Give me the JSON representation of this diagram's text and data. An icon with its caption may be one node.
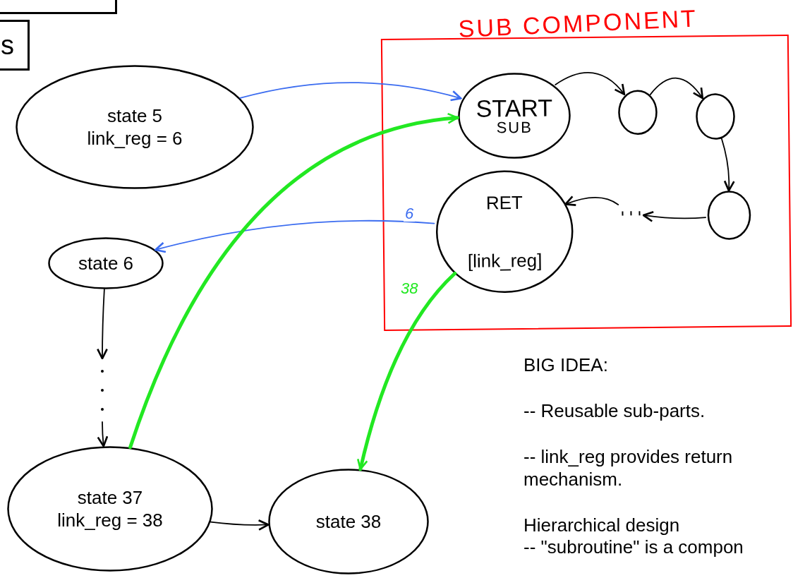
{
  "diagram": {
    "nodes": [
      {
        "text": [],
        "shape": "box"
      },
      {
        "text": [
          "s"
        ]
      },
      {
        "text": [
          "state 5",
          "link_reg = 6"
        ]
      },
      {
        "text": [
          "state 6"
        ]
      },
      {
        "text": [
          "state 37",
          "link_reg = 38"
        ]
      },
      {
        "text": [
          "state 38"
        ]
      },
      {
        "text": [
          "SUB COMPONENT"
        ]
      },
      {
        "text": [
          "START",
          "SUB"
        ],
        "in": 6
      },
      {
        "text": [],
        "shape": "circle",
        "in": 6
      },
      {
        "text": [],
        "shape": "circle",
        "in": 6
      },
      {
        "text": [],
        "shape": "circle",
        "in": 6
      },
      {
        "text": [
          "RET",
          "[link_reg]"
        ],
        "in": 6
      },
      {
        "text": [],
        "shape": "dots",
        "in": 6
      },
      {
        "text": [],
        "shape": "dots"
      }
    ],
    "edges": [
      {
        "from": 2,
        "to": 7,
        "arrow": "to",
        "color": "#3b6cf0"
      },
      {
        "from": 11,
        "to": 3,
        "arrow": "to",
        "label": "6",
        "color": "#3b6cf0"
      },
      {
        "from": 4,
        "to": 7,
        "arrow": "to",
        "style": "thick",
        "color": "#22e822"
      },
      {
        "from": 11,
        "to": 5,
        "arrow": "to",
        "label": "38",
        "style": "thick",
        "color": "#22e822"
      },
      {
        "from": 4,
        "to": 5,
        "arrow": "to"
      },
      {
        "from": 7,
        "to": 8,
        "arrow": "to"
      },
      {
        "from": 8,
        "to": 9,
        "arrow": "to"
      },
      {
        "from": 9,
        "to": 10,
        "arrow": "to"
      },
      {
        "from": 10,
        "to": 12,
        "arrow": "to"
      },
      {
        "from": 12,
        "to": 11,
        "arrow": "to"
      },
      {
        "from": 3,
        "to": 13,
        "arrow": "to"
      },
      {
        "from": 13,
        "to": 4,
        "arrow": "to"
      }
    ],
    "labels": [
      "BIG IDEA:",
      "-- Reusable sub-parts.",
      "-- link_reg provides return mechanism.",
      "Hierarchical design",
      "-- \"subroutine\" is a compon"
    ]
  }
}
